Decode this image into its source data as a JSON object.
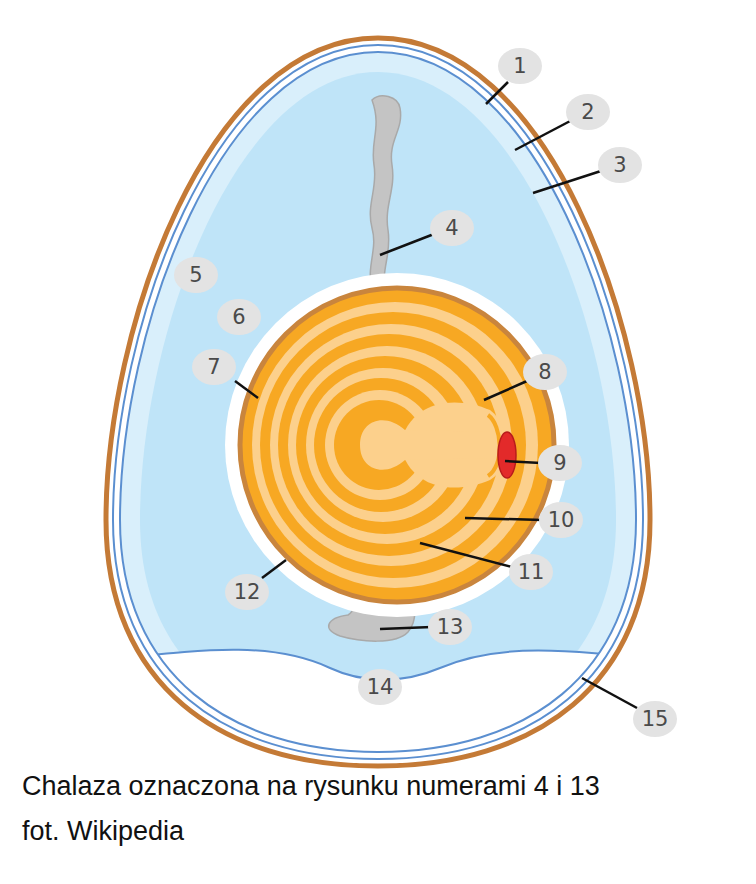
{
  "diagram": {
    "caption": "Chalaza oznaczona na rysunku numerami 4 i 13",
    "labels": [
      "1",
      "2",
      "3",
      "4",
      "5",
      "6",
      "7",
      "8",
      "9",
      "10",
      "11",
      "12",
      "13",
      "14",
      "15",
      "fot. Wikipedia"
    ]
  }
}
